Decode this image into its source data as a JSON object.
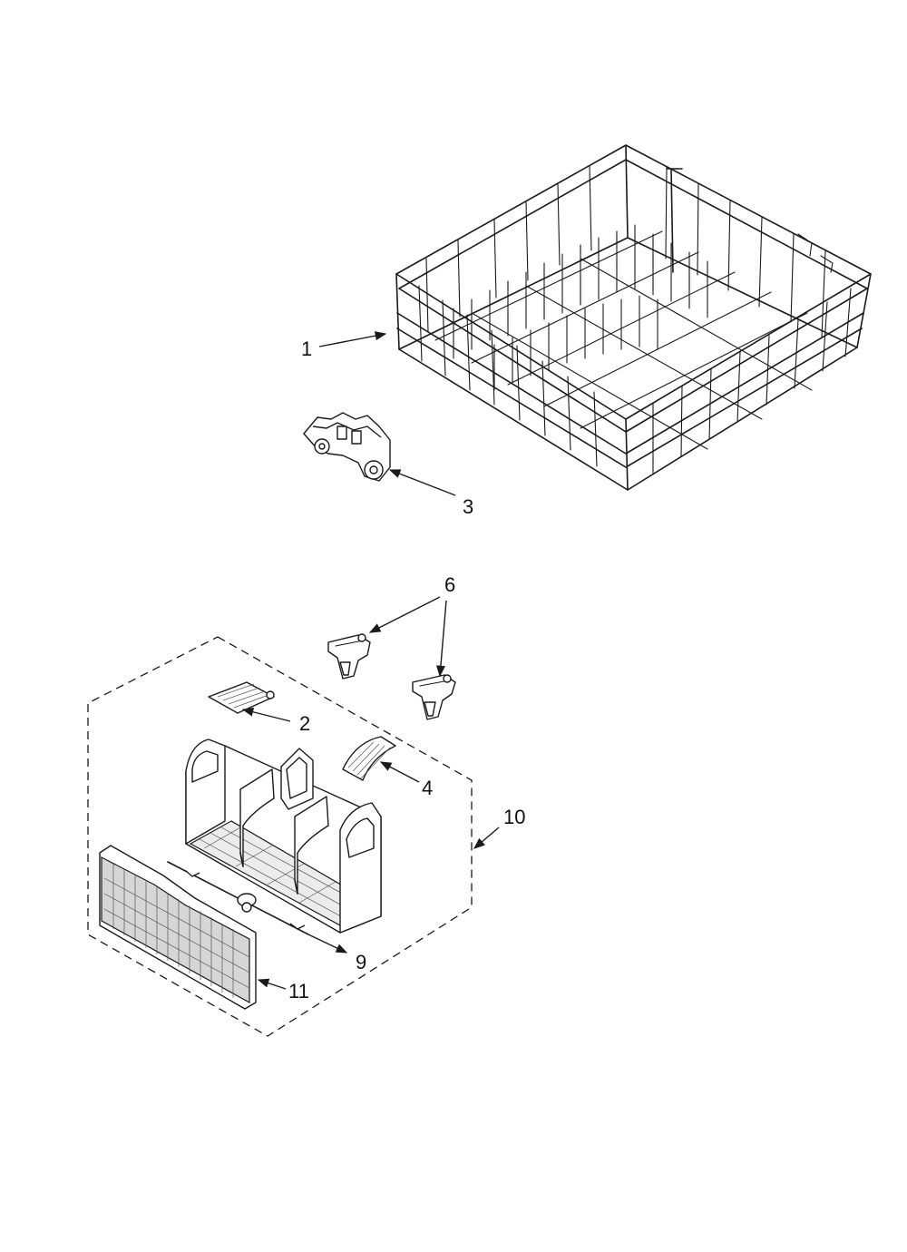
{
  "diagram": {
    "callouts": [
      {
        "id": "c1",
        "label": "1"
      },
      {
        "id": "c2",
        "label": "2"
      },
      {
        "id": "c3",
        "label": "3"
      },
      {
        "id": "c4",
        "label": "4"
      },
      {
        "id": "c6",
        "label": "6"
      },
      {
        "id": "c9",
        "label": "9"
      },
      {
        "id": "c10",
        "label": "10"
      },
      {
        "id": "c11",
        "label": "11"
      }
    ]
  }
}
